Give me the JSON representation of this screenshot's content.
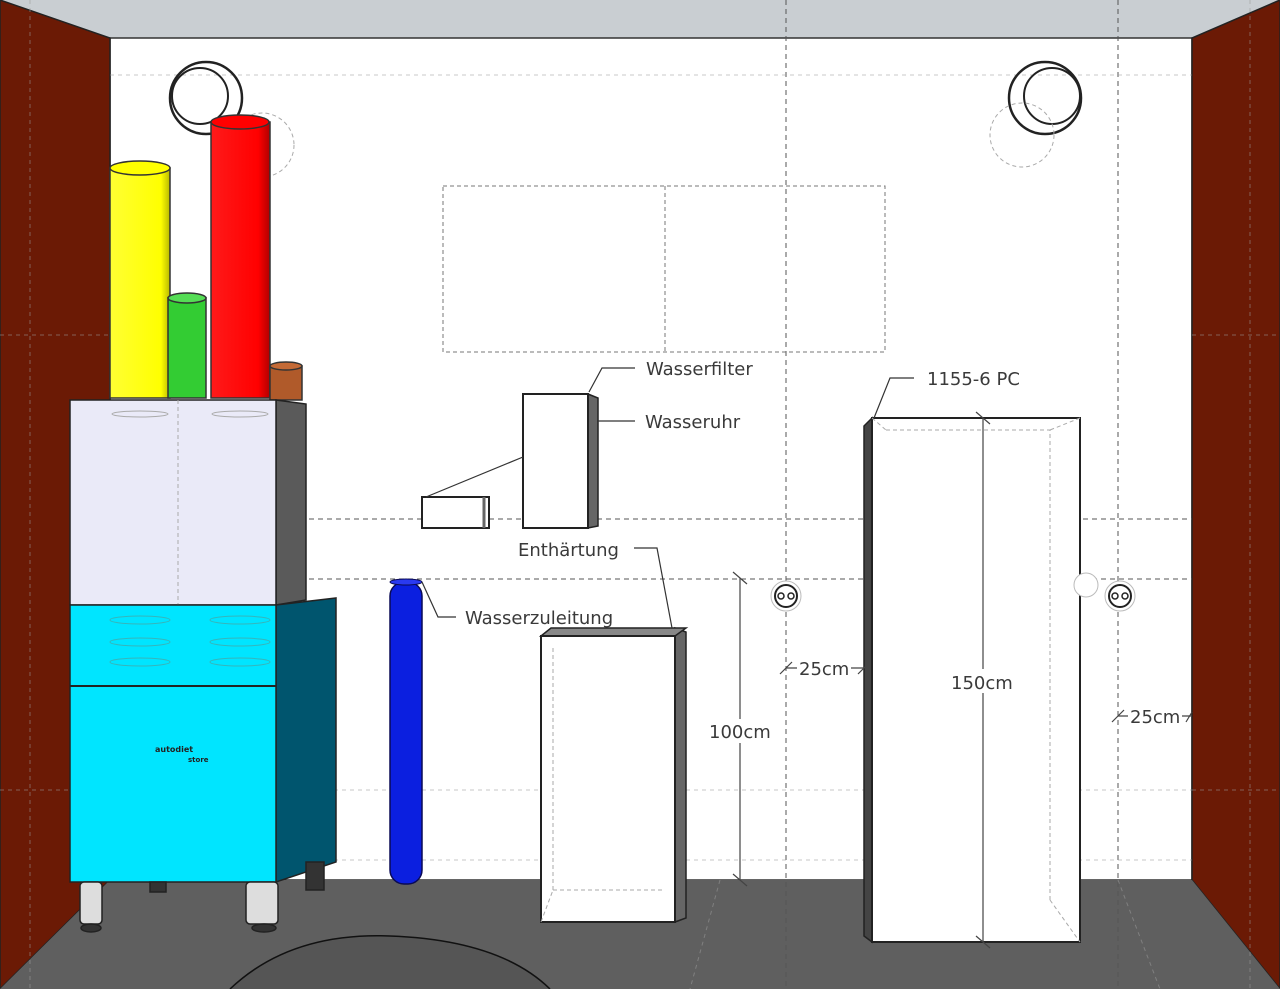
{
  "scene": {
    "colors": {
      "ceiling": "#c9ced2",
      "wall": "#ffffff",
      "side_wall": "#6b1a05",
      "floor": "#5f5f5f",
      "yellow_pipe": "#ffff00",
      "green_pipe": "#33cc33",
      "red_pipe": "#ff0000",
      "brown_pipe": "#b05a2a",
      "upper_unit": "#eaeaf8",
      "lower_unit": "#00e5ff",
      "lower_unit_side": "#00556e",
      "water_inlet": "#0b1fe0",
      "cabinet_side": "#5a5a5a"
    },
    "icons": {
      "ceiling_vent_left": "circular-vent-icon",
      "ceiling_vent_right": "circular-vent-icon",
      "socket_left": "power-socket-icon",
      "socket_right": "power-socket-icon"
    }
  },
  "labels": {
    "water_filter": "Wasserfilter",
    "water_meter": "Wasseruhr",
    "softening": "Enthärtung",
    "water_supply": "Wasserzuleitung",
    "cabinet_model": "1155-6 PC",
    "device_brand": "autodiet",
    "device_brand_sub": "store"
  },
  "dimensions": {
    "height_socket": "100cm",
    "cabinet_height": "150cm",
    "gap_left": "25cm",
    "gap_right": "25cm"
  }
}
